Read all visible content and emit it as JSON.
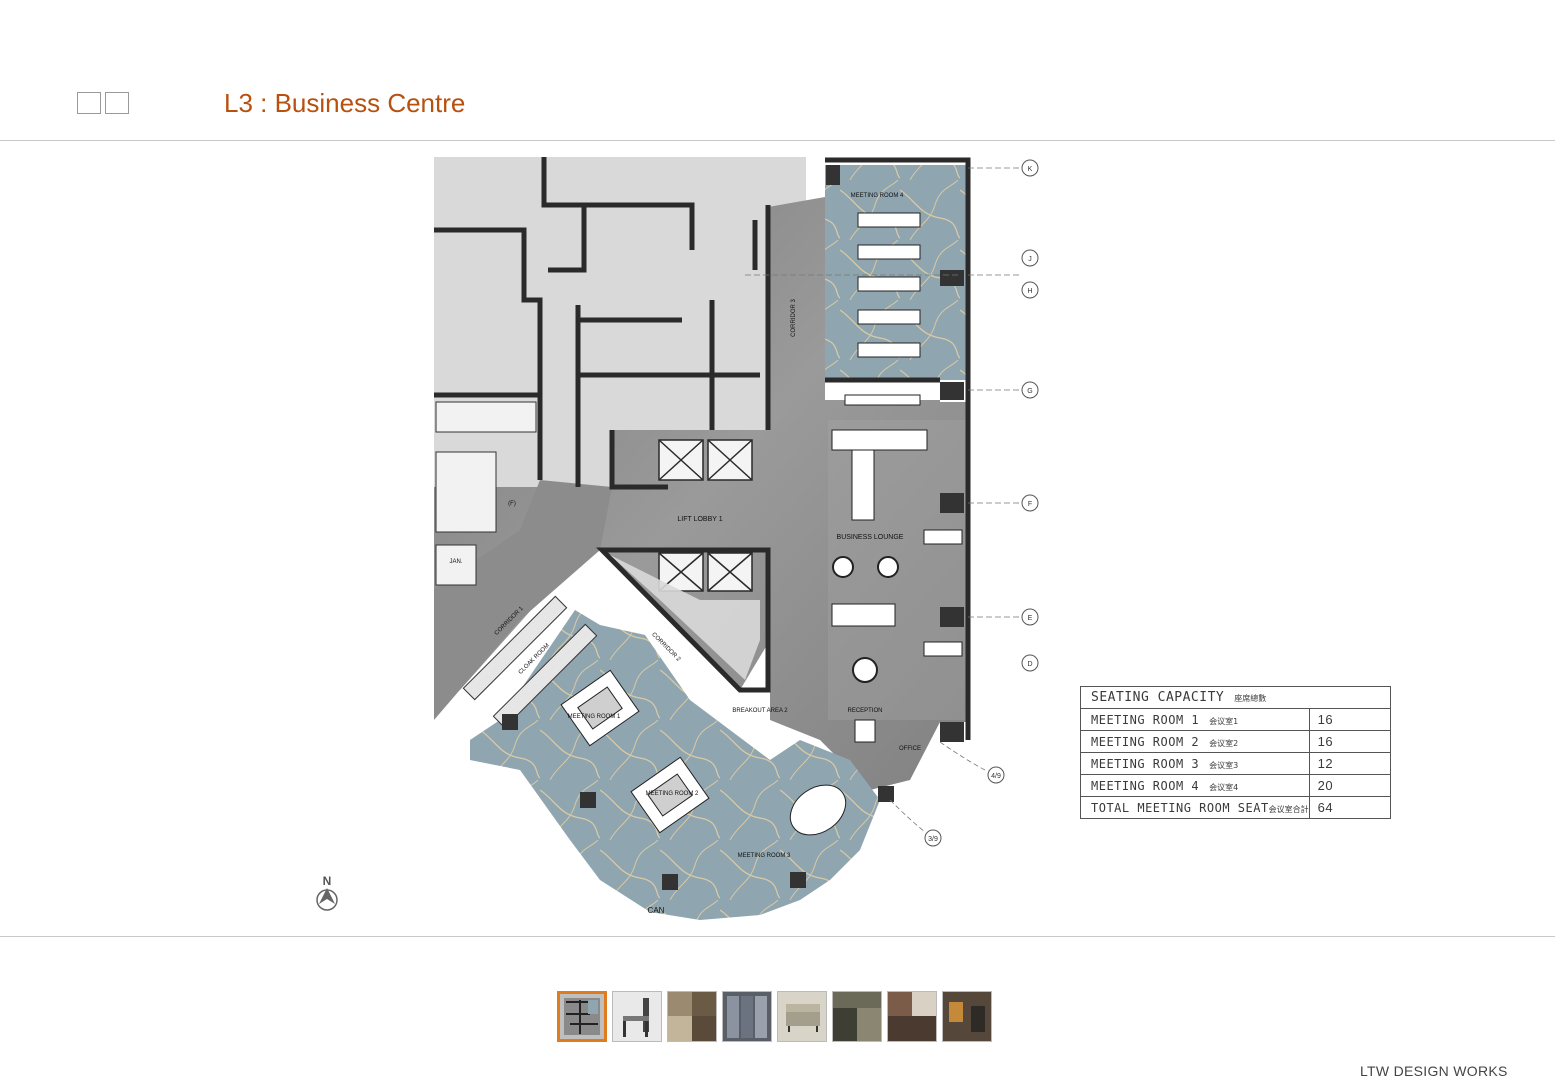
{
  "header": {
    "title": "L3 : Business Centre",
    "title_color": "#b8500e"
  },
  "nav_buttons": [
    {
      "icon": "prev-page-icon"
    },
    {
      "icon": "next-page-icon"
    }
  ],
  "plan": {
    "rooms": {
      "meeting_room_4": "MEETING ROOM 4",
      "meeting_room_1": "MEETING ROOM 1",
      "meeting_room_2": "MEETING ROOM 2",
      "meeting_room_3": "MEETING ROOM 3",
      "lift_lobby": "LIFT LOBBY 1",
      "business_lounge": "BUSINESS LOUNGE",
      "reception": "RECEPTION",
      "breakout": "BREAKOUT AREA 2",
      "office": "OFFICE",
      "corridor_1": "CORRIDOR 1",
      "corridor_2": "CORRIDOR 2",
      "corridor_3": "CORRIDOR 3",
      "cloak_room": "CLOAK ROOM",
      "jan": "JAN.",
      "f_mark": "(F)",
      "can": "CAN"
    },
    "grid_labels": [
      "K",
      "J",
      "H",
      "G",
      "F",
      "E",
      "D"
    ],
    "angle_labels": [
      "4/9",
      "3/9"
    ],
    "north": "N",
    "colors": {
      "carpet": "#8fa5b0",
      "corridor": "#8a8a8a",
      "wall": "#2a2a2a",
      "bohunit": "#d8d8d8"
    }
  },
  "seating": {
    "header": "SEATING CAPACITY",
    "header_zh": "座席總數",
    "rows": [
      {
        "label": "MEETING ROOM 1",
        "zh": "会议室1",
        "value": "16"
      },
      {
        "label": "MEETING ROOM 2",
        "zh": "会议室2",
        "value": "16"
      },
      {
        "label": "MEETING ROOM 3",
        "zh": "会议室3",
        "value": "12"
      },
      {
        "label": "MEETING ROOM 4",
        "zh": "会议室4",
        "value": "20"
      },
      {
        "label": "TOTAL MEETING ROOM SEAT",
        "zh": "会议室合計",
        "value": "64"
      }
    ]
  },
  "thumbnails": [
    {
      "name": "floor-plan",
      "selected": true
    },
    {
      "name": "chair",
      "selected": false
    },
    {
      "name": "material-swatches",
      "selected": false
    },
    {
      "name": "glass-partition",
      "selected": false
    },
    {
      "name": "sofa",
      "selected": false
    },
    {
      "name": "carpet-samples",
      "selected": false
    },
    {
      "name": "finish-samples",
      "selected": false
    },
    {
      "name": "interior-view",
      "selected": false
    }
  ],
  "footer": {
    "brand": "LTW DESIGN WORKS"
  }
}
